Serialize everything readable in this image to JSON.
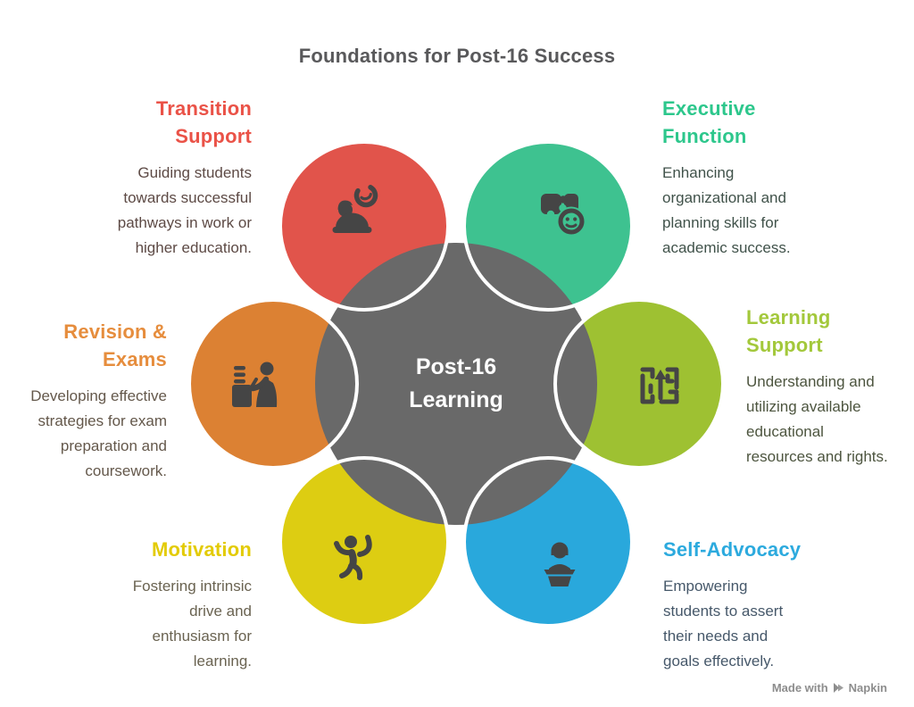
{
  "title": "Foundations for Post-16 Success",
  "center": {
    "line1": "Post-16",
    "line2": "Learning",
    "fill": "#696969",
    "text_color": "#ffffff"
  },
  "icon_color": "#454545",
  "sections": [
    {
      "key": "transition-support",
      "heading": "Transition Support",
      "description": "Guiding students towards successful pathways in work or higher education.",
      "circle_fill": "#e1544b",
      "heading_color": "#ea5247",
      "description_color": "#5d4a45",
      "icon": "concierge-bell-person-icon"
    },
    {
      "key": "executive-function",
      "heading": "Executive Function",
      "description": "Enhancing organizational and planning skills for academic success.",
      "circle_fill": "#3ec290",
      "heading_color": "#2dc78c",
      "description_color": "#40524a",
      "icon": "puzzle-smiley-icon"
    },
    {
      "key": "learning-support",
      "heading": "Learning Support",
      "description": "Understanding and utilizing available educational resources and rights.",
      "circle_fill": "#9ec132",
      "heading_color": "#a3c83b",
      "description_color": "#4d553f",
      "icon": "maze-arrow-icon"
    },
    {
      "key": "self-advocacy",
      "heading": "Self-Advocacy",
      "description": "Empowering students to assert their needs and goals effectively.",
      "circle_fill": "#29a8dc",
      "heading_color": "#2caade",
      "description_color": "#46586a",
      "icon": "podium-speaker-icon"
    },
    {
      "key": "motivation",
      "heading": "Motivation",
      "description": "Fostering intrinsic drive and enthusiasm for learning.",
      "circle_fill": "#ddcd12",
      "heading_color": "#e3cb04",
      "description_color": "#6a6351",
      "icon": "jumping-person-icon"
    },
    {
      "key": "revision-exams",
      "heading": "Revision & Exams",
      "description": "Developing effective strategies for exam preparation and coursework.",
      "circle_fill": "#dc8133",
      "heading_color": "#e68d3d",
      "description_color": "#64584b",
      "icon": "exam-desk-icon"
    }
  ],
  "watermark": {
    "prefix": "Made with",
    "brand": "Napkin"
  }
}
